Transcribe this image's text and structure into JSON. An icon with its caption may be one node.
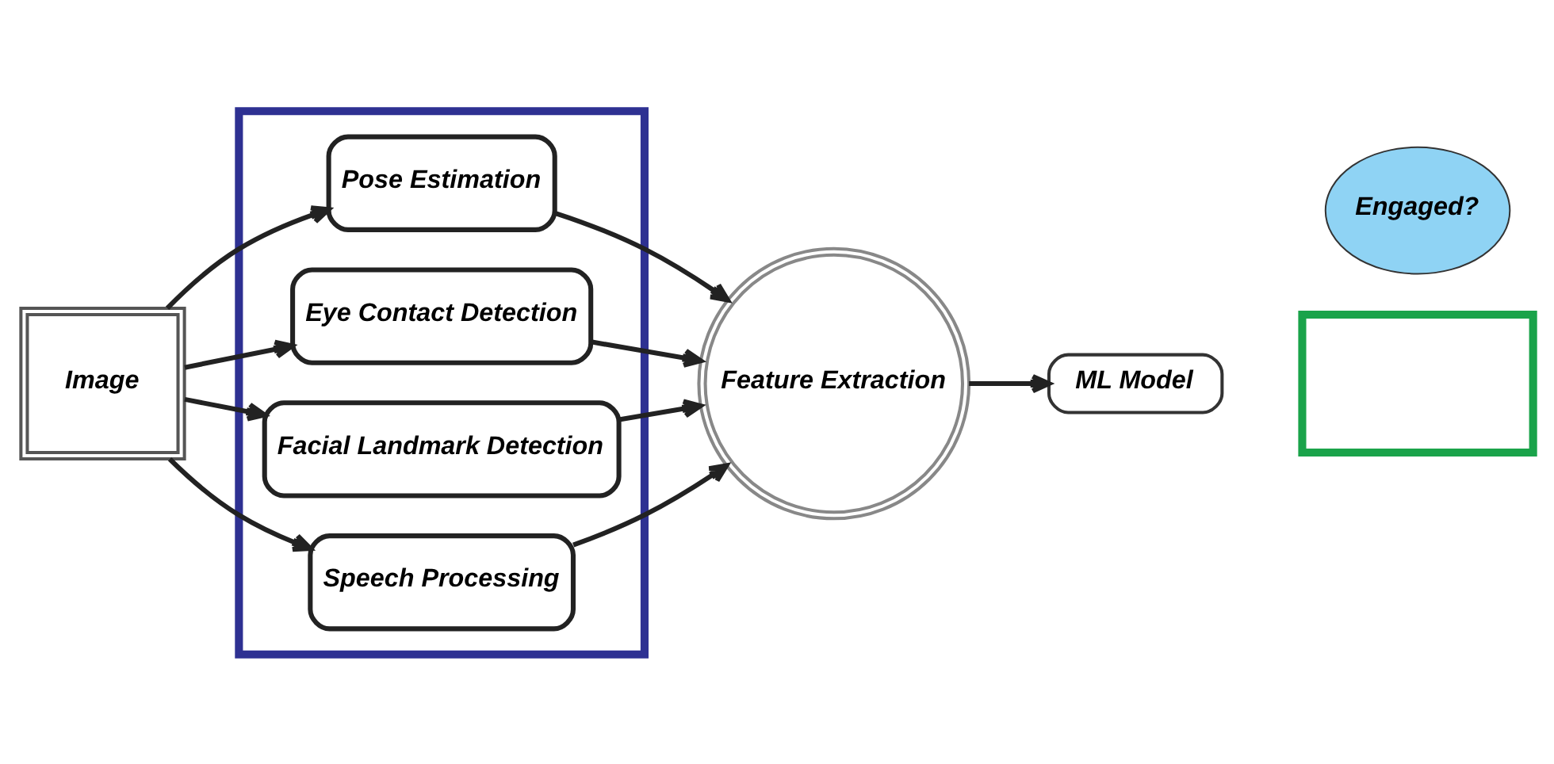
{
  "diagram": {
    "nodes": [
      {
        "text": [
          "Image"
        ]
      },
      {
        "text": [],
        "shape": "box"
      },
      {
        "text": [
          "Pose Estimation"
        ],
        "in": 1
      },
      {
        "text": [
          "Eye Contact Detection"
        ],
        "in": 1
      },
      {
        "text": [
          "Facial Landmark Detection"
        ],
        "in": 1
      },
      {
        "text": [
          "Speech Processing"
        ],
        "in": 1
      },
      {
        "text": [
          "Feature Extraction"
        ]
      },
      {
        "text": [
          "ML Model"
        ]
      },
      {
        "text": [],
        "shape": "box"
      },
      {
        "text": [
          "Engaged?"
        ]
      }
    ],
    "edges": [
      {
        "from": 0,
        "to": 2,
        "arrow": "to"
      },
      {
        "from": 0,
        "to": 3,
        "arrow": "to"
      },
      {
        "from": 0,
        "to": 4,
        "arrow": "to"
      },
      {
        "from": 0,
        "to": 5,
        "arrow": "to"
      },
      {
        "from": 2,
        "to": 6,
        "arrow": "to"
      },
      {
        "from": 3,
        "to": 6,
        "arrow": "to"
      },
      {
        "from": 4,
        "to": 6,
        "arrow": "to"
      },
      {
        "from": 5,
        "to": 6,
        "arrow": "to"
      },
      {
        "from": 6,
        "to": 7,
        "arrow": "to"
      }
    ]
  }
}
